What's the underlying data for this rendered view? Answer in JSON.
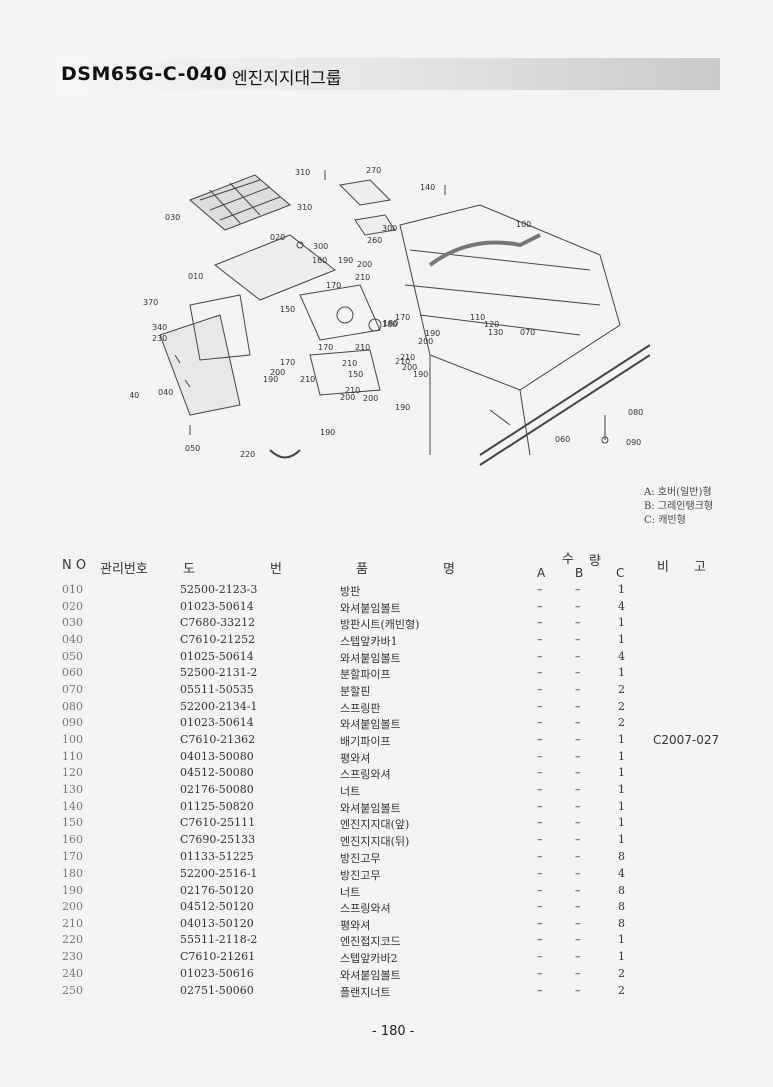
{
  "header": {
    "code": "DSM65G-C-040",
    "title": "엔진지지대그룹"
  },
  "diagram": {
    "callouts": [
      "310",
      "270",
      "140",
      "310",
      "300",
      "260",
      "030",
      "020",
      "300",
      "100",
      "160",
      "190",
      "200",
      "210",
      "170",
      "010",
      "370",
      "150",
      "180",
      "110",
      "120",
      "130",
      "070",
      "340",
      "230",
      "190",
      "170",
      "200",
      "180",
      "210",
      "170",
      "200",
      "190",
      "210",
      "170",
      "210",
      "150",
      "200",
      "210",
      "200",
      "190",
      "190",
      "240",
      "040",
      "210",
      "060",
      "080",
      "090",
      "050",
      "220",
      "210",
      "200",
      "190"
    ]
  },
  "legend": [
    "A: 호버(일반)형",
    "B: 그레인탱크형",
    "C: 캐빈형"
  ],
  "table": {
    "headers": {
      "no": "N O",
      "mgmt": "관리번호",
      "drawing_do": "도",
      "drawing_beon": "번",
      "name_pum": "품",
      "name_myeong": "명",
      "qty_su": "수",
      "qty_ryang": "량",
      "a": "A",
      "b": "B",
      "c": "C",
      "remark_bi": "비",
      "remark_go": "고"
    },
    "rows": [
      {
        "no": "010",
        "drawing": "52500-2123-3",
        "name": "방판",
        "a": "–",
        "b": "–",
        "c": "1",
        "remark": ""
      },
      {
        "no": "020",
        "drawing": "01023-50614",
        "name": "와셔붙임볼트",
        "a": "–",
        "b": "–",
        "c": "4",
        "remark": ""
      },
      {
        "no": "030",
        "drawing": "C7680-33212",
        "name": "방판시트(캐빈형)",
        "a": "–",
        "b": "–",
        "c": "1",
        "remark": ""
      },
      {
        "no": "040",
        "drawing": "C7610-21252",
        "name": "스텝앞카바1",
        "a": "–",
        "b": "–",
        "c": "1",
        "remark": ""
      },
      {
        "no": "050",
        "drawing": "01025-50614",
        "name": "와셔붙임볼트",
        "a": "–",
        "b": "–",
        "c": "4",
        "remark": ""
      },
      {
        "no": "060",
        "drawing": "52500-2131-2",
        "name": "분할파이프",
        "a": "–",
        "b": "–",
        "c": "1",
        "remark": ""
      },
      {
        "no": "070",
        "drawing": "05511-50535",
        "name": "분할핀",
        "a": "–",
        "b": "–",
        "c": "2",
        "remark": ""
      },
      {
        "no": "080",
        "drawing": "52200-2134-1",
        "name": "스프링판",
        "a": "–",
        "b": "–",
        "c": "2",
        "remark": ""
      },
      {
        "no": "090",
        "drawing": "01023-50614",
        "name": "와셔붙임볼트",
        "a": "–",
        "b": "–",
        "c": "2",
        "remark": ""
      },
      {
        "no": "100",
        "drawing": "C7610-21362",
        "name": "배기파이프",
        "a": "–",
        "b": "–",
        "c": "1",
        "remark": "C2007-027"
      },
      {
        "no": "110",
        "drawing": "04013-50080",
        "name": "평와셔",
        "a": "–",
        "b": "–",
        "c": "1",
        "remark": ""
      },
      {
        "no": "120",
        "drawing": "04512-50080",
        "name": "스프링와셔",
        "a": "–",
        "b": "–",
        "c": "1",
        "remark": ""
      },
      {
        "no": "130",
        "drawing": "02176-50080",
        "name": "너트",
        "a": "–",
        "b": "–",
        "c": "1",
        "remark": ""
      },
      {
        "no": "140",
        "drawing": "01125-50820",
        "name": "와셔붙임볼트",
        "a": "–",
        "b": "–",
        "c": "1",
        "remark": ""
      },
      {
        "no": "150",
        "drawing": "C7610-25111",
        "name": "엔진지지대(앞)",
        "a": "–",
        "b": "–",
        "c": "1",
        "remark": ""
      },
      {
        "no": "160",
        "drawing": "C7690-25133",
        "name": "엔진지지대(뒤)",
        "a": "–",
        "b": "–",
        "c": "1",
        "remark": ""
      },
      {
        "no": "170",
        "drawing": "01133-51225",
        "name": "방진고무",
        "a": "–",
        "b": "–",
        "c": "8",
        "remark": ""
      },
      {
        "no": "180",
        "drawing": "52200-2516-1",
        "name": "방진고무",
        "a": "–",
        "b": "–",
        "c": "4",
        "remark": ""
      },
      {
        "no": "190",
        "drawing": "02176-50120",
        "name": "너트",
        "a": "–",
        "b": "–",
        "c": "8",
        "remark": ""
      },
      {
        "no": "200",
        "drawing": "04512-50120",
        "name": "스프링와셔",
        "a": "–",
        "b": "–",
        "c": "8",
        "remark": ""
      },
      {
        "no": "210",
        "drawing": "04013-50120",
        "name": "평와셔",
        "a": "–",
        "b": "–",
        "c": "8",
        "remark": ""
      },
      {
        "no": "220",
        "drawing": "55511-2118-2",
        "name": "엔진접지코드",
        "a": "–",
        "b": "–",
        "c": "1",
        "remark": ""
      },
      {
        "no": "230",
        "drawing": "C7610-21261",
        "name": "스텝앞카바2",
        "a": "–",
        "b": "–",
        "c": "1",
        "remark": ""
      },
      {
        "no": "240",
        "drawing": "01023-50616",
        "name": "와셔붙임볼트",
        "a": "–",
        "b": "–",
        "c": "2",
        "remark": ""
      },
      {
        "no": "250",
        "drawing": "02751-50060",
        "name": "플랜지너트",
        "a": "–",
        "b": "–",
        "c": "2",
        "remark": ""
      }
    ]
  },
  "footer": {
    "page": "- 180 -"
  }
}
